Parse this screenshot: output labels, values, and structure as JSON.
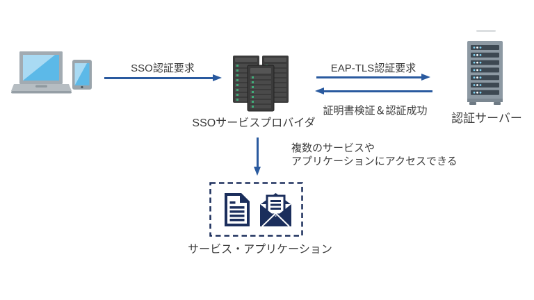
{
  "diagram": {
    "type": "network-flow-diagram",
    "nodes": {
      "client": {
        "icon": "laptop-and-tablet-icon"
      },
      "sso_provider": {
        "label": "SSOサービスプロバイダ",
        "icon": "server-rack-icon"
      },
      "auth_server": {
        "label": "認証サーバー",
        "icon": "server-tower-icon"
      },
      "services": {
        "label": "サービス・アプリケーション",
        "icons": [
          "document-icon",
          "open-mail-icon"
        ],
        "frame": "dashed-box"
      }
    },
    "arrows": {
      "sso_request": {
        "label": "SSO認証要求",
        "from": "client",
        "to": "sso_provider",
        "direction": "right"
      },
      "eap_request": {
        "label": "EAP-TLS認証要求",
        "from": "sso_provider",
        "to": "auth_server",
        "direction": "right"
      },
      "cert_verify": {
        "label": "証明書検証＆認証成功",
        "from": "auth_server",
        "to": "sso_provider",
        "direction": "left"
      },
      "service_access": {
        "label_line1": "複数のサービスや",
        "label_line2": "アプリケーションにアクセスできる",
        "from": "sso_provider",
        "to": "services",
        "direction": "down"
      }
    },
    "colors": {
      "arrow": "#2a5a9f",
      "navy_icon": "#1b2e5c",
      "screen_blue": "#5cb9e8",
      "screen_highlight": "#a9daf3",
      "device_gray": "#a2abb2",
      "rack_dark": "#3b3b3b",
      "led_green": "#3fae7a",
      "tower_gray": "#8d99a3",
      "text": "#3b3b3b",
      "background": "#ffffff"
    }
  }
}
